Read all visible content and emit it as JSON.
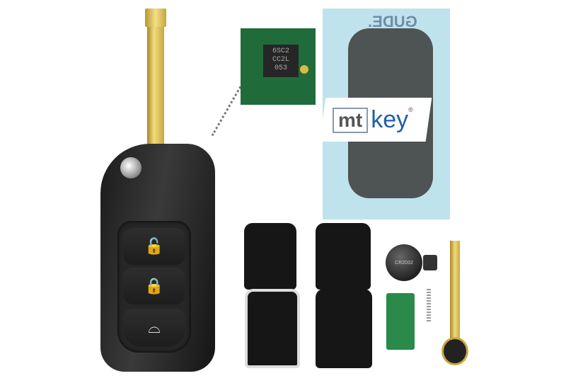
{
  "chip": {
    "marking_lines": [
      "6SC2",
      "CC2L",
      "053"
    ]
  },
  "manual": {
    "brand_left": "mt",
    "brand_right": "key",
    "registered": "®",
    "title_mirrored": "GUDE."
  },
  "battery": {
    "label": "CR2032"
  },
  "key_buttons": [
    {
      "icon": "unlock-icon",
      "glyph": "🔓"
    },
    {
      "icon": "lock-icon",
      "glyph": "🔒"
    },
    {
      "icon": "trunk-icon",
      "glyph": "⌓"
    }
  ],
  "colors": {
    "pcb": "#1f6b3a",
    "blade": "#e6cd6a",
    "manual_bg": "#bfe3ec",
    "brand_blue": "#1f5fa8"
  }
}
